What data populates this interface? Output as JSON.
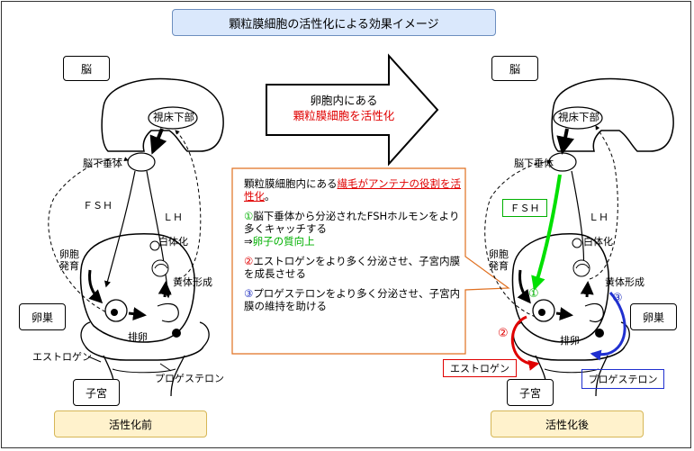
{
  "title": "顆粒膜細胞の活性化による効果イメージ",
  "center_arrow": {
    "line1": "卵胞内にある",
    "line2": "顆粒膜細胞を活性化"
  },
  "callout": {
    "intro_pre": "顆粒膜細胞内にある",
    "intro_red": "繊毛がアンテナの役割を活性化",
    "intro_post": "。",
    "item1_num": "①",
    "item1_text": "脳下垂体から分泌されたFSHホルモンをより多くキャッチする",
    "item1_arrow": "⇒",
    "item1_result": "卵子の質向上",
    "item2_num": "②",
    "item2_text": "エストロゲンをより多く分泌させ、子宮内膜を成長させる",
    "item3_num": "③",
    "item3_text": "プロゲステロンをより多く分泌させ、子宮内膜の維持を助ける"
  },
  "left": {
    "brain": "脳",
    "hypothalamus": "視床下部",
    "pituitary": "脳下垂体",
    "fsh": "ＦＳＨ",
    "lh": "ＬＨ",
    "follicle": "卵胞\n発育",
    "corpus_luteum": "白体化",
    "luteal": "黄体形成",
    "ovary": "卵巣",
    "ovulation": "排卵",
    "estrogen": "エストロゲン",
    "progesterone": "プロゲステロン",
    "uterus": "子宮",
    "caption": "活性化前"
  },
  "right": {
    "brain": "脳",
    "hypothalamus": "視床下部",
    "pituitary": "脳下垂体",
    "fsh": "ＦＳＨ",
    "lh": "ＬＨ",
    "follicle": "卵胞\n発育",
    "corpus_luteum": "白体化",
    "luteal": "黄体形成",
    "ovary": "卵巣",
    "ovulation": "排卵",
    "estrogen": "エストロゲン",
    "progesterone": "プロゲステロン",
    "uterus": "子宮",
    "caption": "活性化後",
    "mark1": "①",
    "mark2": "②",
    "mark3": "③"
  },
  "colors": {
    "title_fill": "#dae8fc",
    "caption_fill": "#fff2cc",
    "callout_border": "#e07020",
    "red": "#e00000",
    "green": "#00c000",
    "blue": "#2030d0"
  }
}
